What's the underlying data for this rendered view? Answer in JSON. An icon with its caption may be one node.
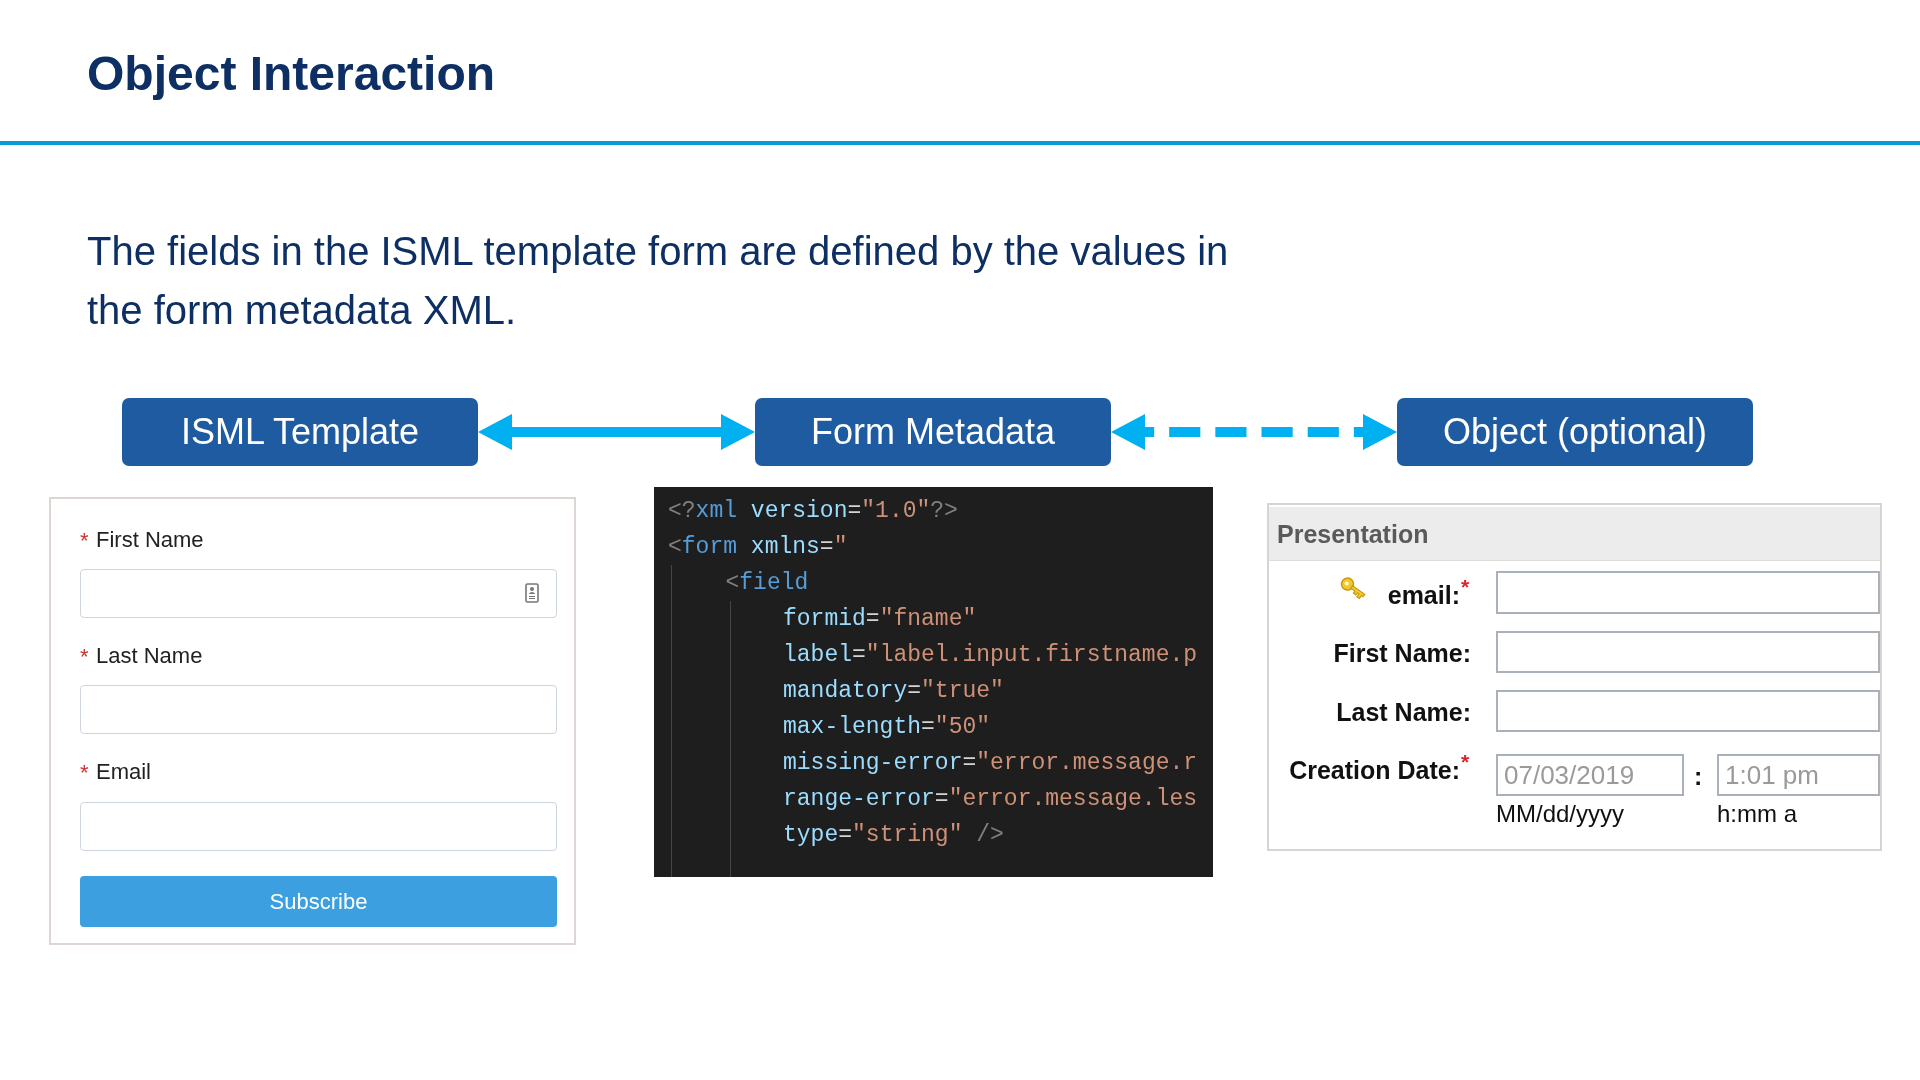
{
  "diagram": {
    "title": "Object Interaction",
    "nodes": [
      {
        "text": [
          "ISML Template"
        ]
      },
      {
        "text": [
          "Form Metadata"
        ]
      },
      {
        "text": [
          "Object (optional)"
        ]
      },
      {
        "text": [
          "*",
          "First Name",
          "*",
          "Last Name",
          "*",
          "Email"
        ]
      },
      {
        "text": [
          "Subscribe"
        ],
        "in": 3
      },
      {
        "text": [
          "<?xml version=\"1.0\"?>",
          "<form xmlns=\"",
          "<field",
          "formid=\"fname\"",
          "label=\"label.input.firstname.p",
          "mandatory=\"true\"",
          "max-length=\"50\"",
          "missing-error=\"error.message.r",
          "range-error=\"error.message.les",
          "type=\"string\" />"
        ]
      },
      {
        "text": [
          "Presentation",
          "email:",
          "*",
          "First Name:",
          "Last Name:",
          "Creation Date:",
          "*",
          ":",
          "MM/dd/yyyy",
          "h:mm a"
        ]
      },
      {
        "text": [
          "07/03/2019"
        ],
        "in": 6
      },
      {
        "text": [
          "1:01 pm"
        ],
        "in": 6
      }
    ],
    "edges": [
      {
        "from": 0,
        "to": 1,
        "arrow": "both"
      },
      {
        "from": 1,
        "to": 2,
        "arrow": "both",
        "style": "dashed"
      }
    ],
    "labels": [
      "The fields in the ISML template form are defined by the values in the form metadata XML."
    ]
  }
}
